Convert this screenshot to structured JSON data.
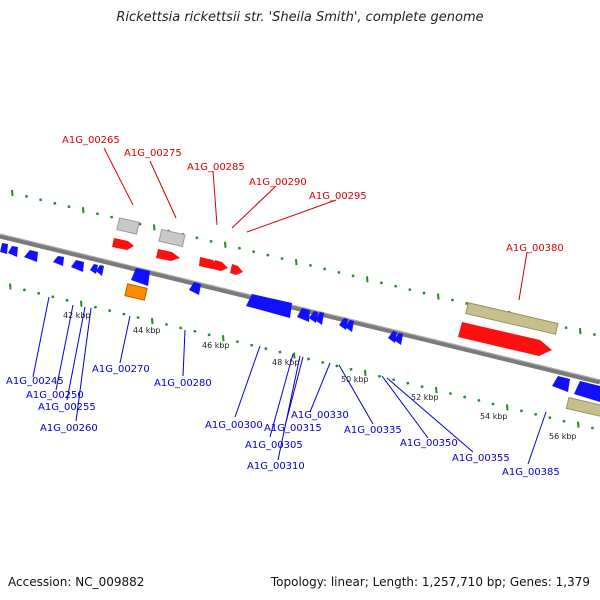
{
  "title": "Rickettsia rickettsii str. 'Sheila Smith', complete genome",
  "footer": {
    "accession": "Accession: NC_009882",
    "summary": "Topology: linear; Length: 1,257,710 bp; Genes: 1,379"
  },
  "colors": {
    "forward_gene": "#ff0000",
    "reverse_gene": "#0000ff",
    "tick": "#228b22",
    "backbone": "#808080",
    "pseudo_gene": "#c0c0c0",
    "orange_gene": "#ff8c00",
    "khaki_gene": "#c8c08c"
  },
  "scale_labels": [
    "42 kbp",
    "44 kbp",
    "46 kbp",
    "48 kbp",
    "50 kbp",
    "52 kbp",
    "54 kbp",
    "56 kbp"
  ],
  "forward_labels": [
    "A1G_00265",
    "A1G_00275",
    "A1G_00285",
    "A1G_00290",
    "A1G_00295",
    "A1G_00380"
  ],
  "reverse_labels": [
    "A1G_00245",
    "A1G_00250",
    "A1G_00255",
    "A1G_00260",
    "A1G_00270",
    "A1G_00280",
    "A1G_00300",
    "A1G_00305",
    "A1G_00310",
    "A1G_00315",
    "A1G_00330",
    "A1G_00335",
    "A1G_00350",
    "A1G_00355",
    "A1G_00385"
  ]
}
